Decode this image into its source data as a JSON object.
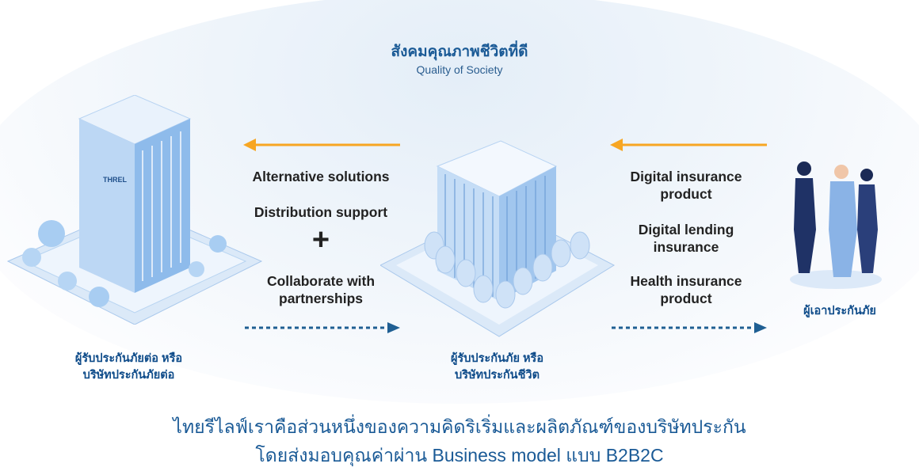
{
  "header": {
    "title_th": "สังคมคุณภาพชีวิตที่ดี",
    "title_en": "Quality of Society"
  },
  "nodes": {
    "reinsurer": {
      "line1": "ผู้รับประกันภัยต่อ หรือ",
      "line2": "บริษัทประกันภัยต่อ",
      "logo_text": "THREL"
    },
    "insurer": {
      "line1": "ผู้รับประกันภัย หรือ",
      "line2": "บริษัทประกันชีวิต"
    },
    "insured": {
      "line1": "ผู้เอาประกันภัย"
    }
  },
  "left_labels": {
    "item1": "Alternative solutions",
    "item2": "Distribution support",
    "plus": "+",
    "item3_l1": "Collaborate with",
    "item3_l2": "partnerships"
  },
  "right_labels": {
    "item1_l1": "Digital insurance",
    "item1_l2": "product",
    "item2_l1": "Digital lending",
    "item2_l2": "insurance",
    "item3_l1": "Health insurance",
    "item3_l2": "product"
  },
  "footer": {
    "line1": "ไทยรีไลฟ์เราคือส่วนหนึ่งของความคิดริเริ่มและผลิตภัณฑ์ของบริษัทประกัน",
    "line2": "โดยส่งมอบคุณค่าผ่าน Business model แบบ B2B2C"
  },
  "colors": {
    "orange_arrow": "#f7a623",
    "blue_arrow": "#1f5f93",
    "text_blue": "#1a5a96"
  }
}
